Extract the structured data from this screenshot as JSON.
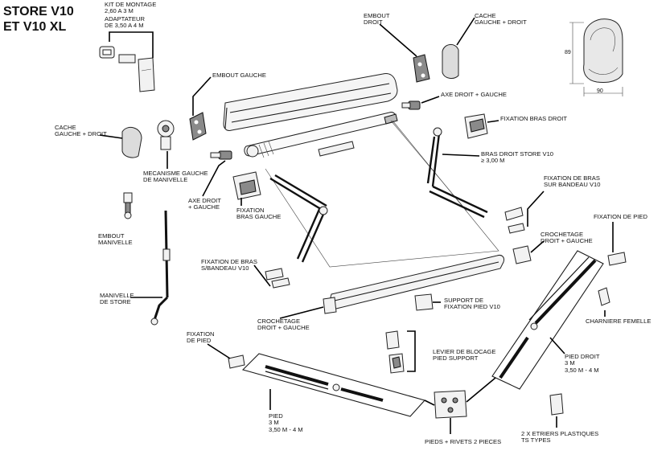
{
  "title": {
    "line1": "STORE V10",
    "line2": "ET V10 XL"
  },
  "labels": {
    "kit_montage": [
      "KIT DE MONTAGE",
      "2,60 A 3 M"
    ],
    "adaptateur": [
      "ADAPTATEUR",
      "DE 3,50 A 4 M"
    ],
    "embout_gauche": [
      "EMBOUT GAUCHE"
    ],
    "embout_droit": [
      "EMBOUT",
      "DROIT"
    ],
    "cache_top": [
      "CACHE",
      "GAUCHE + DROIT"
    ],
    "axe_droit_gauche_top": [
      "AXE DROIT + GAUCHE"
    ],
    "fixation_bras_droit": [
      "FIXATION BRAS DROIT"
    ],
    "cache_left": [
      "CACHE",
      "GAUCHE + DROIT"
    ],
    "mecanisme_gauche": [
      "MECANISME GAUCHE",
      "DE MANIVELLE"
    ],
    "bras_droit": [
      "BRAS DROIT STORE V10",
      "≥ 3,00 M"
    ],
    "axe_droit_left": [
      "AXE DROIT",
      "+ GAUCHE"
    ],
    "fixation_bras_gauche": [
      "FIXATION",
      "BRAS GAUCHE"
    ],
    "fixation_bras_bandeau_right": [
      "FIXATION DE BRAS",
      "SUR BANDEAU V10"
    ],
    "embout_manivelle": [
      "EMBOUT",
      "MANIVELLE"
    ],
    "fixation_de_pied_right": [
      "FIXATION DE PIED"
    ],
    "crochetage_right": [
      "CROCHETAGE",
      "DROIT + GAUCHE"
    ],
    "fixation_bras_bandeau_left": [
      "FIXATION DE BRAS",
      "S/BANDEAU V10"
    ],
    "manivelle": [
      "MANIVELLE",
      "DE STORE"
    ],
    "support_fixation_pied": [
      "SUPPORT DE",
      "FIXATION PIED V10"
    ],
    "charniere": [
      "CHARNIERE FEMELLE"
    ],
    "crochetage_left": [
      "CROCHETAGE",
      "DROIT + GAUCHE"
    ],
    "fixation_de_pied_left": [
      "FIXATION",
      "DE PIED"
    ],
    "levier_blocage": [
      "LEVIER DE BLOCAGE",
      "PIED SUPPORT"
    ],
    "pied_droit": [
      "PIED DROIT",
      "3 M",
      "3,50 M - 4 M"
    ],
    "pied": [
      "PIED",
      "3 M",
      "3,50 M - 4 M"
    ],
    "pieds_rivets": [
      "PIEDS + RIVETS 2 PIECES"
    ],
    "etriers": [
      "2 X ETRIERS PLASTIQUES",
      "TS TYPES"
    ]
  },
  "dimensions": {
    "width_value": "90",
    "height_value": "89"
  }
}
